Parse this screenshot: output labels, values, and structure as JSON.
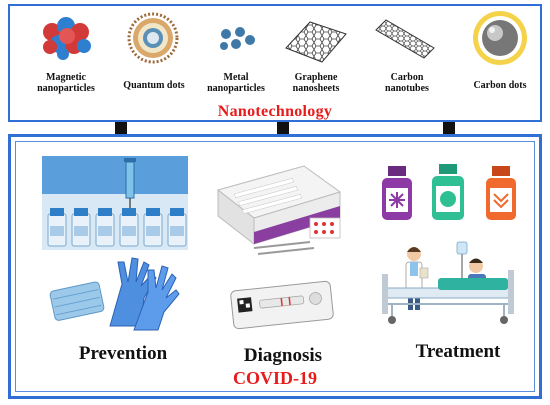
{
  "nanomaterials": [
    {
      "line1": "Magnetic",
      "line2": "nanoparticles"
    },
    {
      "line1": "Quantum dots",
      "line2": ""
    },
    {
      "line1": "Metal",
      "line2": "nanoparticles"
    },
    {
      "line1": "Graphene",
      "line2": "nanosheets"
    },
    {
      "line1": "Carbon",
      "line2": "nanotubes"
    },
    {
      "line1": "Carbon dots",
      "line2": ""
    }
  ],
  "title": "Nanotechnology",
  "sections": {
    "prevention": "Prevention",
    "diagnosis": "Diagnosis",
    "treatment": "Treatment"
  },
  "disease": "COVID-19",
  "colors": {
    "frame_blue": "#2f6fd6",
    "title_red": "#e81b1b",
    "arrow_black": "#111111"
  }
}
